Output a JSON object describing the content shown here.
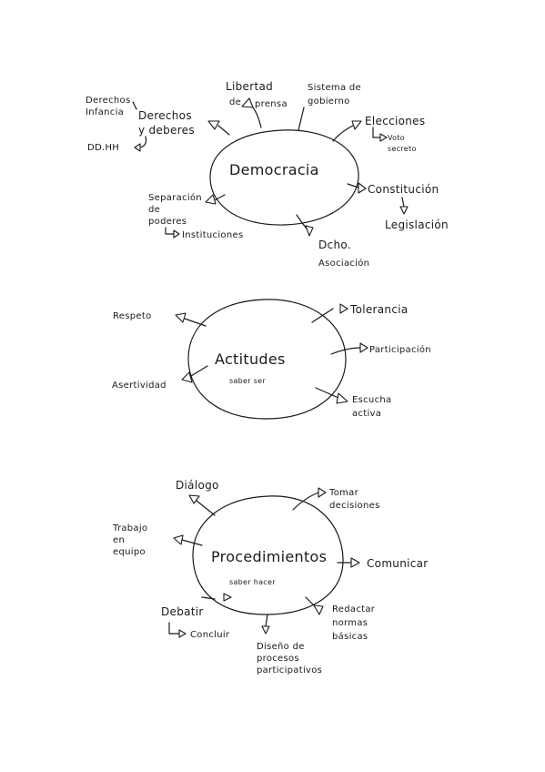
{
  "democracia": {
    "center": "Democracia",
    "derechos_infancia_1": "Derechos",
    "derechos_infancia_2": "Infancia",
    "derechos_deberes_1": "Derechos",
    "derechos_deberes_2": "y deberes",
    "ddhh": "DD.HH",
    "libertad_1": "Libertad",
    "libertad_2": "de",
    "libertad_3": "prensa",
    "sistema_1": "Sistema de",
    "sistema_2": "gobierno",
    "elecciones": "Elecciones",
    "voto_1": "Voto",
    "voto_2": "secreto",
    "constitucion": "Constitución",
    "legislacion": "Legislación",
    "separacion_1": "Separación",
    "separacion_2": "de",
    "separacion_3": "poderes",
    "instituciones": "Instituciones",
    "asociacion_1": "Dcho.",
    "asociacion_2": "Asociación"
  },
  "actitudes": {
    "center": "Actitudes",
    "sub": "saber ser",
    "respeto": "Respeto",
    "tolerancia": "Tolerancia",
    "participacion": "Participación",
    "asertividad": "Asertividad",
    "escucha_1": "Escucha",
    "escucha_2": "activa"
  },
  "procedimientos": {
    "center": "Procedimientos",
    "sub": "saber hacer",
    "dialogo": "Diálogo",
    "tomar_1": "Tomar",
    "tomar_2": "decisiones",
    "trabajo_1": "Trabajo",
    "trabajo_2": "en",
    "trabajo_3": "equipo",
    "comunicar": "Comunicar",
    "debatir": "Debatir",
    "concluir": "Concluir",
    "diseno_1": "Diseño de",
    "diseno_2": "procesos",
    "diseno_3": "participativos",
    "redactar_1": "Redactar",
    "redactar_2": "normas",
    "redactar_3": "básicas"
  }
}
